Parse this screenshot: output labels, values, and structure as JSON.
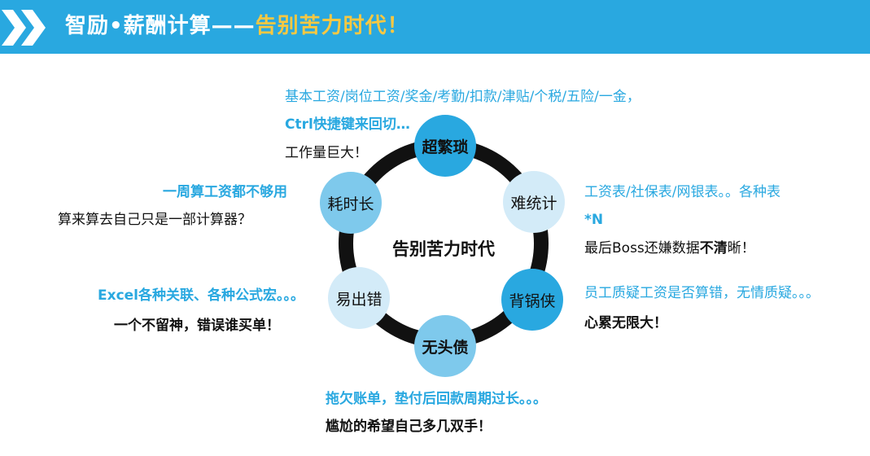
{
  "header": {
    "title_part1": "智励•薪酬计算——",
    "title_part2": "告别苦力时代！",
    "colors": {
      "bar": "#29a8e0",
      "highlight": "#f7c842",
      "chevron": "#ffffff"
    }
  },
  "center_label": "告别苦力时代",
  "nodes": {
    "top": "超繁琐",
    "right_upper": "难统计",
    "right_lower": "背锅侠",
    "bottom": "无头债",
    "left_lower": "易出错",
    "left_upper": "耗时长"
  },
  "texts": {
    "top_line1": "基本工资/岗位工资/奖金/考勤/扣款/津贴/个税/五险/一金，",
    "top_line2": "Ctrl快捷键来回切…",
    "top_line3": "工作量巨大！",
    "left_upper_line1": "一周算工资都不够用",
    "left_upper_line2": "算来算去自己只是一部计算器？",
    "right_upper_line1": "工资表/社保表/网银表。。各种表",
    "right_upper_line2": "*N",
    "right_upper_line3a": "最后Boss还嫌数据",
    "right_upper_line3b": "不清",
    "right_upper_line3c": "晰！",
    "left_lower_line1": "Excel各种关联、各种公式宏。。。",
    "left_lower_line2": "一个不留神，错误谁买单！",
    "right_lower_line1": "员工质疑工资是否算错，无情质疑。。。",
    "right_lower_line2": "心累无限大！",
    "bottom_line1": "拖欠账单，垫付后回款周期过长。。。",
    "bottom_line2": "尴尬的希望自己多几双手！"
  },
  "colors": {
    "dark_blue": "#29a8e0",
    "mid_blue": "#7ec9ec",
    "light_blue": "#d3ebf8",
    "ring": "#111111"
  }
}
